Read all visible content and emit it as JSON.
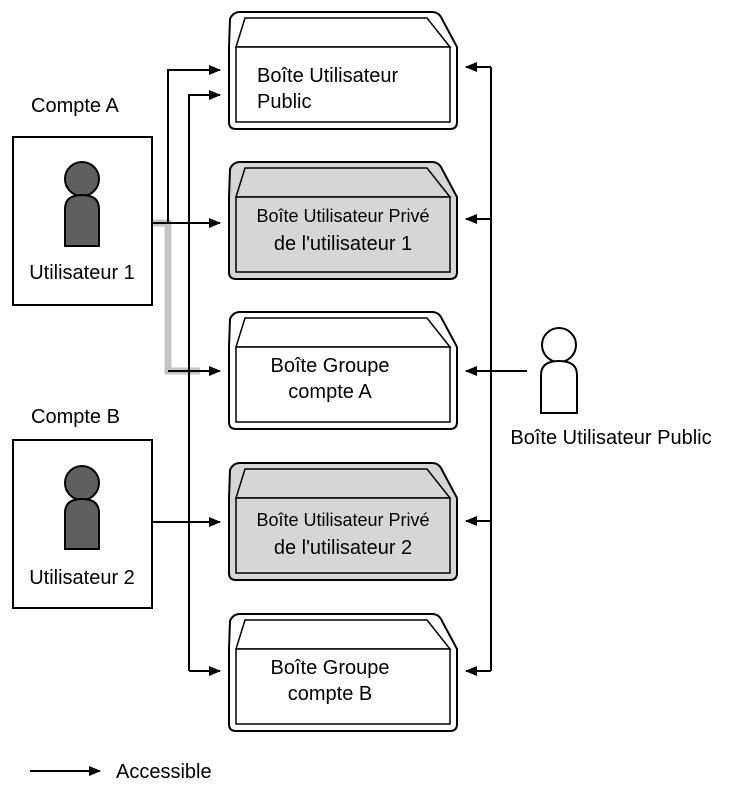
{
  "accounts": {
    "a": {
      "title": "Compte A",
      "user_label": "Utilisateur 1"
    },
    "b": {
      "title": "Compte B",
      "user_label": "Utilisateur 2"
    }
  },
  "boxes": [
    {
      "line1": "Boîte Utilisateur",
      "line2": "Public",
      "kind": "public"
    },
    {
      "line1": "Boîte Utilisateur Privé",
      "line2": "de l'utilisateur 1",
      "kind": "private"
    },
    {
      "line1": "Boîte Groupe",
      "line2": "compte A",
      "kind": "group"
    },
    {
      "line1": "Boîte Utilisateur Privé",
      "line2": "de l'utilisateur 2",
      "kind": "private"
    },
    {
      "line1": "Boîte Groupe",
      "line2": "compte B",
      "kind": "group"
    }
  ],
  "public_user": {
    "label": "Boîte Utilisateur Public"
  },
  "legend": {
    "label": "Accessible"
  },
  "colors": {
    "private_fill": "#d6d6d6",
    "person_fill": "#5f5f5f",
    "highlight_path": "#c4c4c4",
    "stroke": "#000000"
  }
}
